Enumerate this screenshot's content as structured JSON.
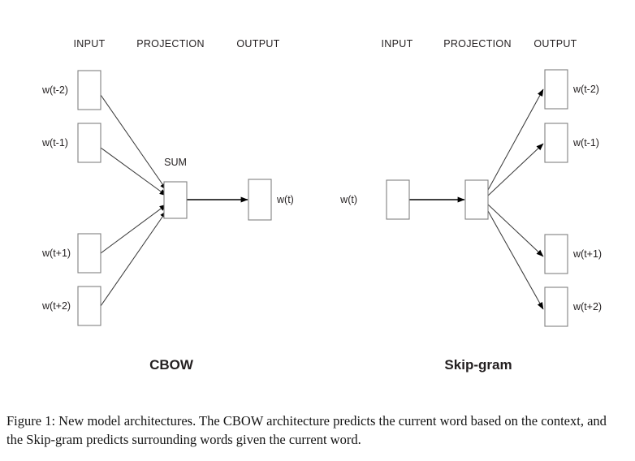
{
  "figure": {
    "caption": "Figure 1: New model architectures. The CBOW architecture predicts the current word based on the context, and the Skip-gram predicts surrounding words given the current word."
  },
  "cbow": {
    "title": "CBOW",
    "headers": {
      "input": "INPUT",
      "projection": "PROJECTION",
      "output": "OUTPUT"
    },
    "projection_label": "SUM",
    "input_nodes": [
      {
        "label": "w(t-2)"
      },
      {
        "label": "w(t-1)"
      },
      {
        "label": "w(t+1)"
      },
      {
        "label": "w(t+2)"
      }
    ],
    "output_nodes": [
      {
        "label": "w(t)"
      }
    ]
  },
  "skipgram": {
    "title": "Skip-gram",
    "headers": {
      "input": "INPUT",
      "projection": "PROJECTION",
      "output": "OUTPUT"
    },
    "input_nodes": [
      {
        "label": "w(t)"
      }
    ],
    "output_nodes": [
      {
        "label": "w(t-2)"
      },
      {
        "label": "w(t-1)"
      },
      {
        "label": "w(t+1)"
      },
      {
        "label": "w(t+2)"
      }
    ]
  },
  "colors": {
    "box_stroke": "#808080",
    "line": "#3b3b3b",
    "arrow": "#000000",
    "text": "#231f20",
    "background": "#ffffff"
  }
}
